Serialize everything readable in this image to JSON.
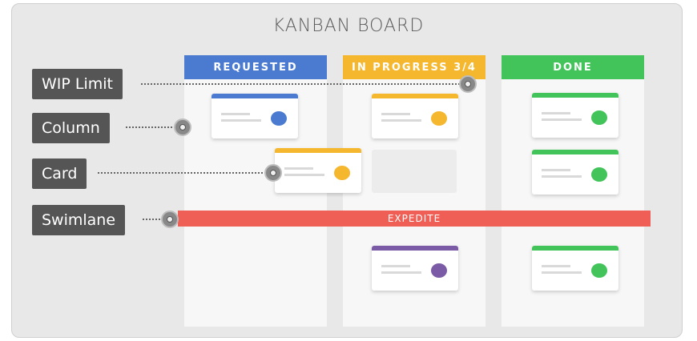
{
  "board": {
    "title": "KANBAN BOARD",
    "columns": [
      {
        "name": "REQUESTED",
        "color": "#4a7bd0"
      },
      {
        "name": "IN PROGRESS 3/4",
        "color": "#f5b72d"
      },
      {
        "name": "DONE",
        "color": "#43c45a"
      }
    ],
    "swimlane": {
      "label": "EXPEDITE",
      "color": "#f05f56"
    }
  },
  "callouts": [
    {
      "label": "WIP Limit"
    },
    {
      "label": "Column"
    },
    {
      "label": "Card"
    },
    {
      "label": "Swimlane"
    }
  ],
  "card_colors": {
    "blue": "#4a7bd0",
    "yellow": "#f5b72d",
    "green": "#43c45a",
    "purple": "#7b5aa6"
  }
}
